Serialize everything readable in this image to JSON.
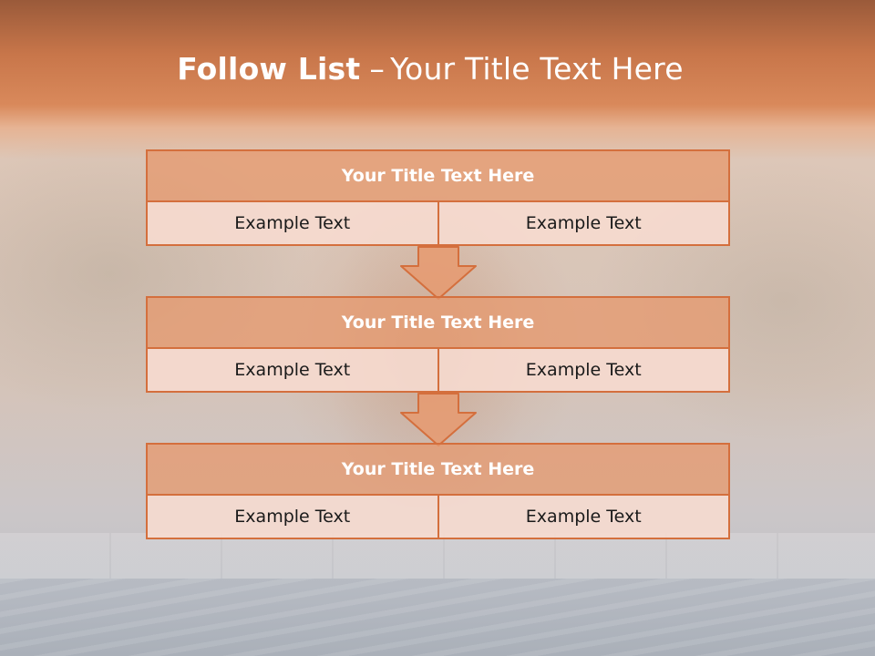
{
  "slide": {
    "title_bold": "Follow List",
    "title_dash": "–",
    "title_rest": "Your Title Text Here"
  },
  "boxes": [
    {
      "title": "Your Title Text Here",
      "left": "Example Text",
      "right": "Example Text"
    },
    {
      "title": "Your Title Text Here",
      "left": "Example Text",
      "right": "Example Text"
    },
    {
      "title": "Your Title Text Here",
      "left": "Example Text",
      "right": "Example Text"
    }
  ],
  "colors": {
    "accent": "#d46f3d",
    "header_fill": "#e69a70",
    "cell_fill": "#f6dacf",
    "title_bar": "#c8764a"
  },
  "icons": [
    "down-arrow-icon",
    "down-arrow-icon"
  ]
}
